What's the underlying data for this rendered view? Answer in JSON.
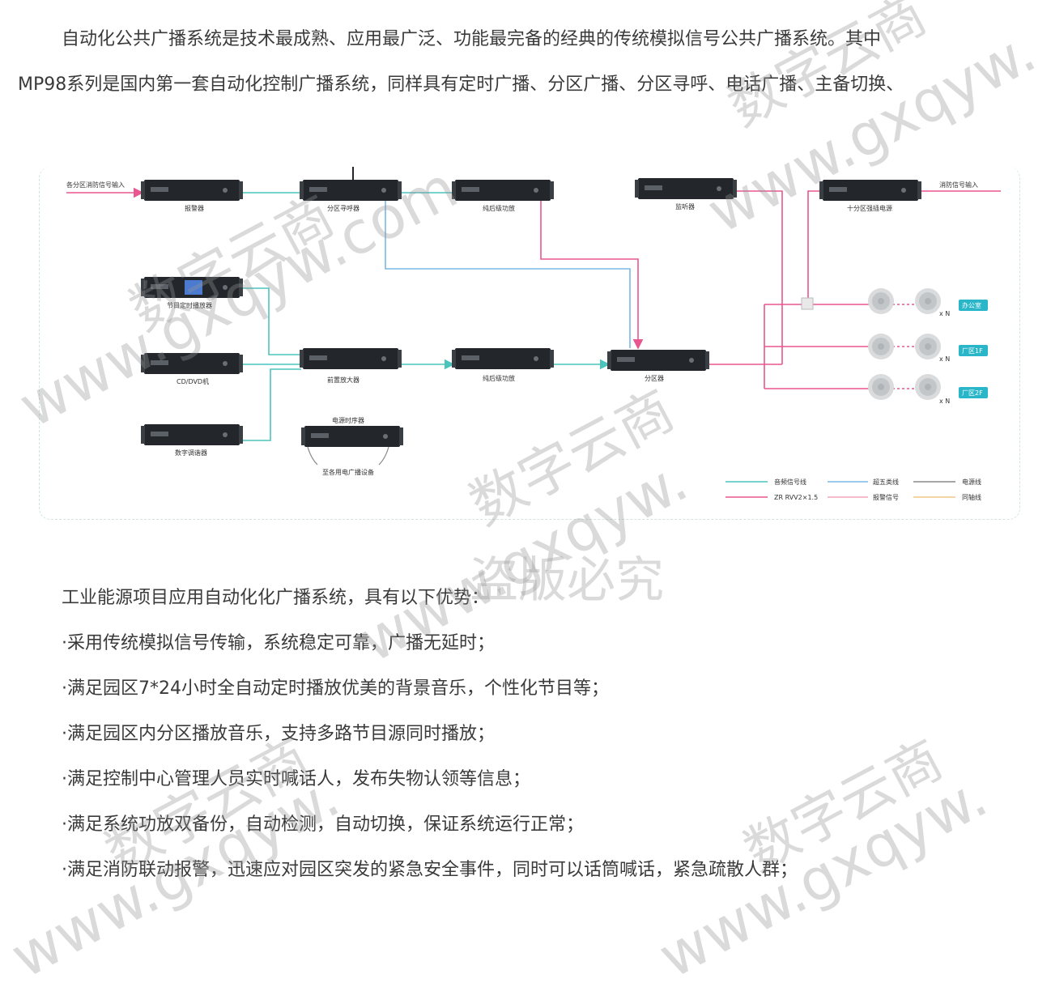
{
  "intro": {
    "line1": "自动化公共广播系统是技术最成熟、应用最广泛、功能最完备的经典的传统模拟信号公共广播系统。其中",
    "line2": "MP98系列是国内第一套自动化控制广播系统，同样具有定时广播、分区广播、分区寻呼、电话广播、主备切换、"
  },
  "diagram": {
    "input_left": "各分区消防信号输入",
    "input_right": "消防信号输入",
    "devices": {
      "alarm": "报警器",
      "zone_pager": "分区寻呼器",
      "amp_top": "纯后级功放",
      "monitor": "监听器",
      "power10": "十分区强插电源",
      "timer_player": "节目定时播放器",
      "cd_dvd": "CD/DVD机",
      "preamp": "前置放大器",
      "amp_mid": "纯后级功放",
      "zone_box": "分区器",
      "tuner": "数字调谐器",
      "power_seq": "电源时序器",
      "mains": "至各用电广播设备"
    },
    "zones": [
      "办公室",
      "厂区1F",
      "厂区2F"
    ],
    "xn": "x N",
    "legend": [
      {
        "label": "音频信号线",
        "color": "#4cc3bd"
      },
      {
        "label": "超五类线",
        "color": "#7ab8e6"
      },
      {
        "label": "电源线",
        "color": "#888888"
      },
      {
        "label": "ZR RVV2×1.5",
        "color": "#e8578f"
      },
      {
        "label": "报警信号",
        "color": "#f2a6b8"
      },
      {
        "label": "同轴线",
        "color": "#f1c987"
      }
    ]
  },
  "benefits": {
    "heading": "工业能源项目应用自动化化广播系统，具有以下优势：",
    "items": [
      "·采用传统模拟信号传输，系统稳定可靠，广播无延时；",
      "·满足园区7*24小时全自动定时播放优美的背景音乐，个性化节目等；",
      "·满足园区内分区播放音乐，支持多路节目源同时播放；",
      "·满足控制中心管理人员实时喊话人，发布失物认领等信息；",
      "·满足系统功放双备份，自动检测，自动切换，保证系统运行正常；",
      "·满足消防联动报警，迅速应对园区突发的紧急安全事件，同时可以话筒喊话，紧急疏散人群；"
    ]
  },
  "watermarks": {
    "brand": "数字云商",
    "url": "www.gxqyw.com",
    "url_short": "www.gxqyw.",
    "piracy": "盗版必究"
  }
}
